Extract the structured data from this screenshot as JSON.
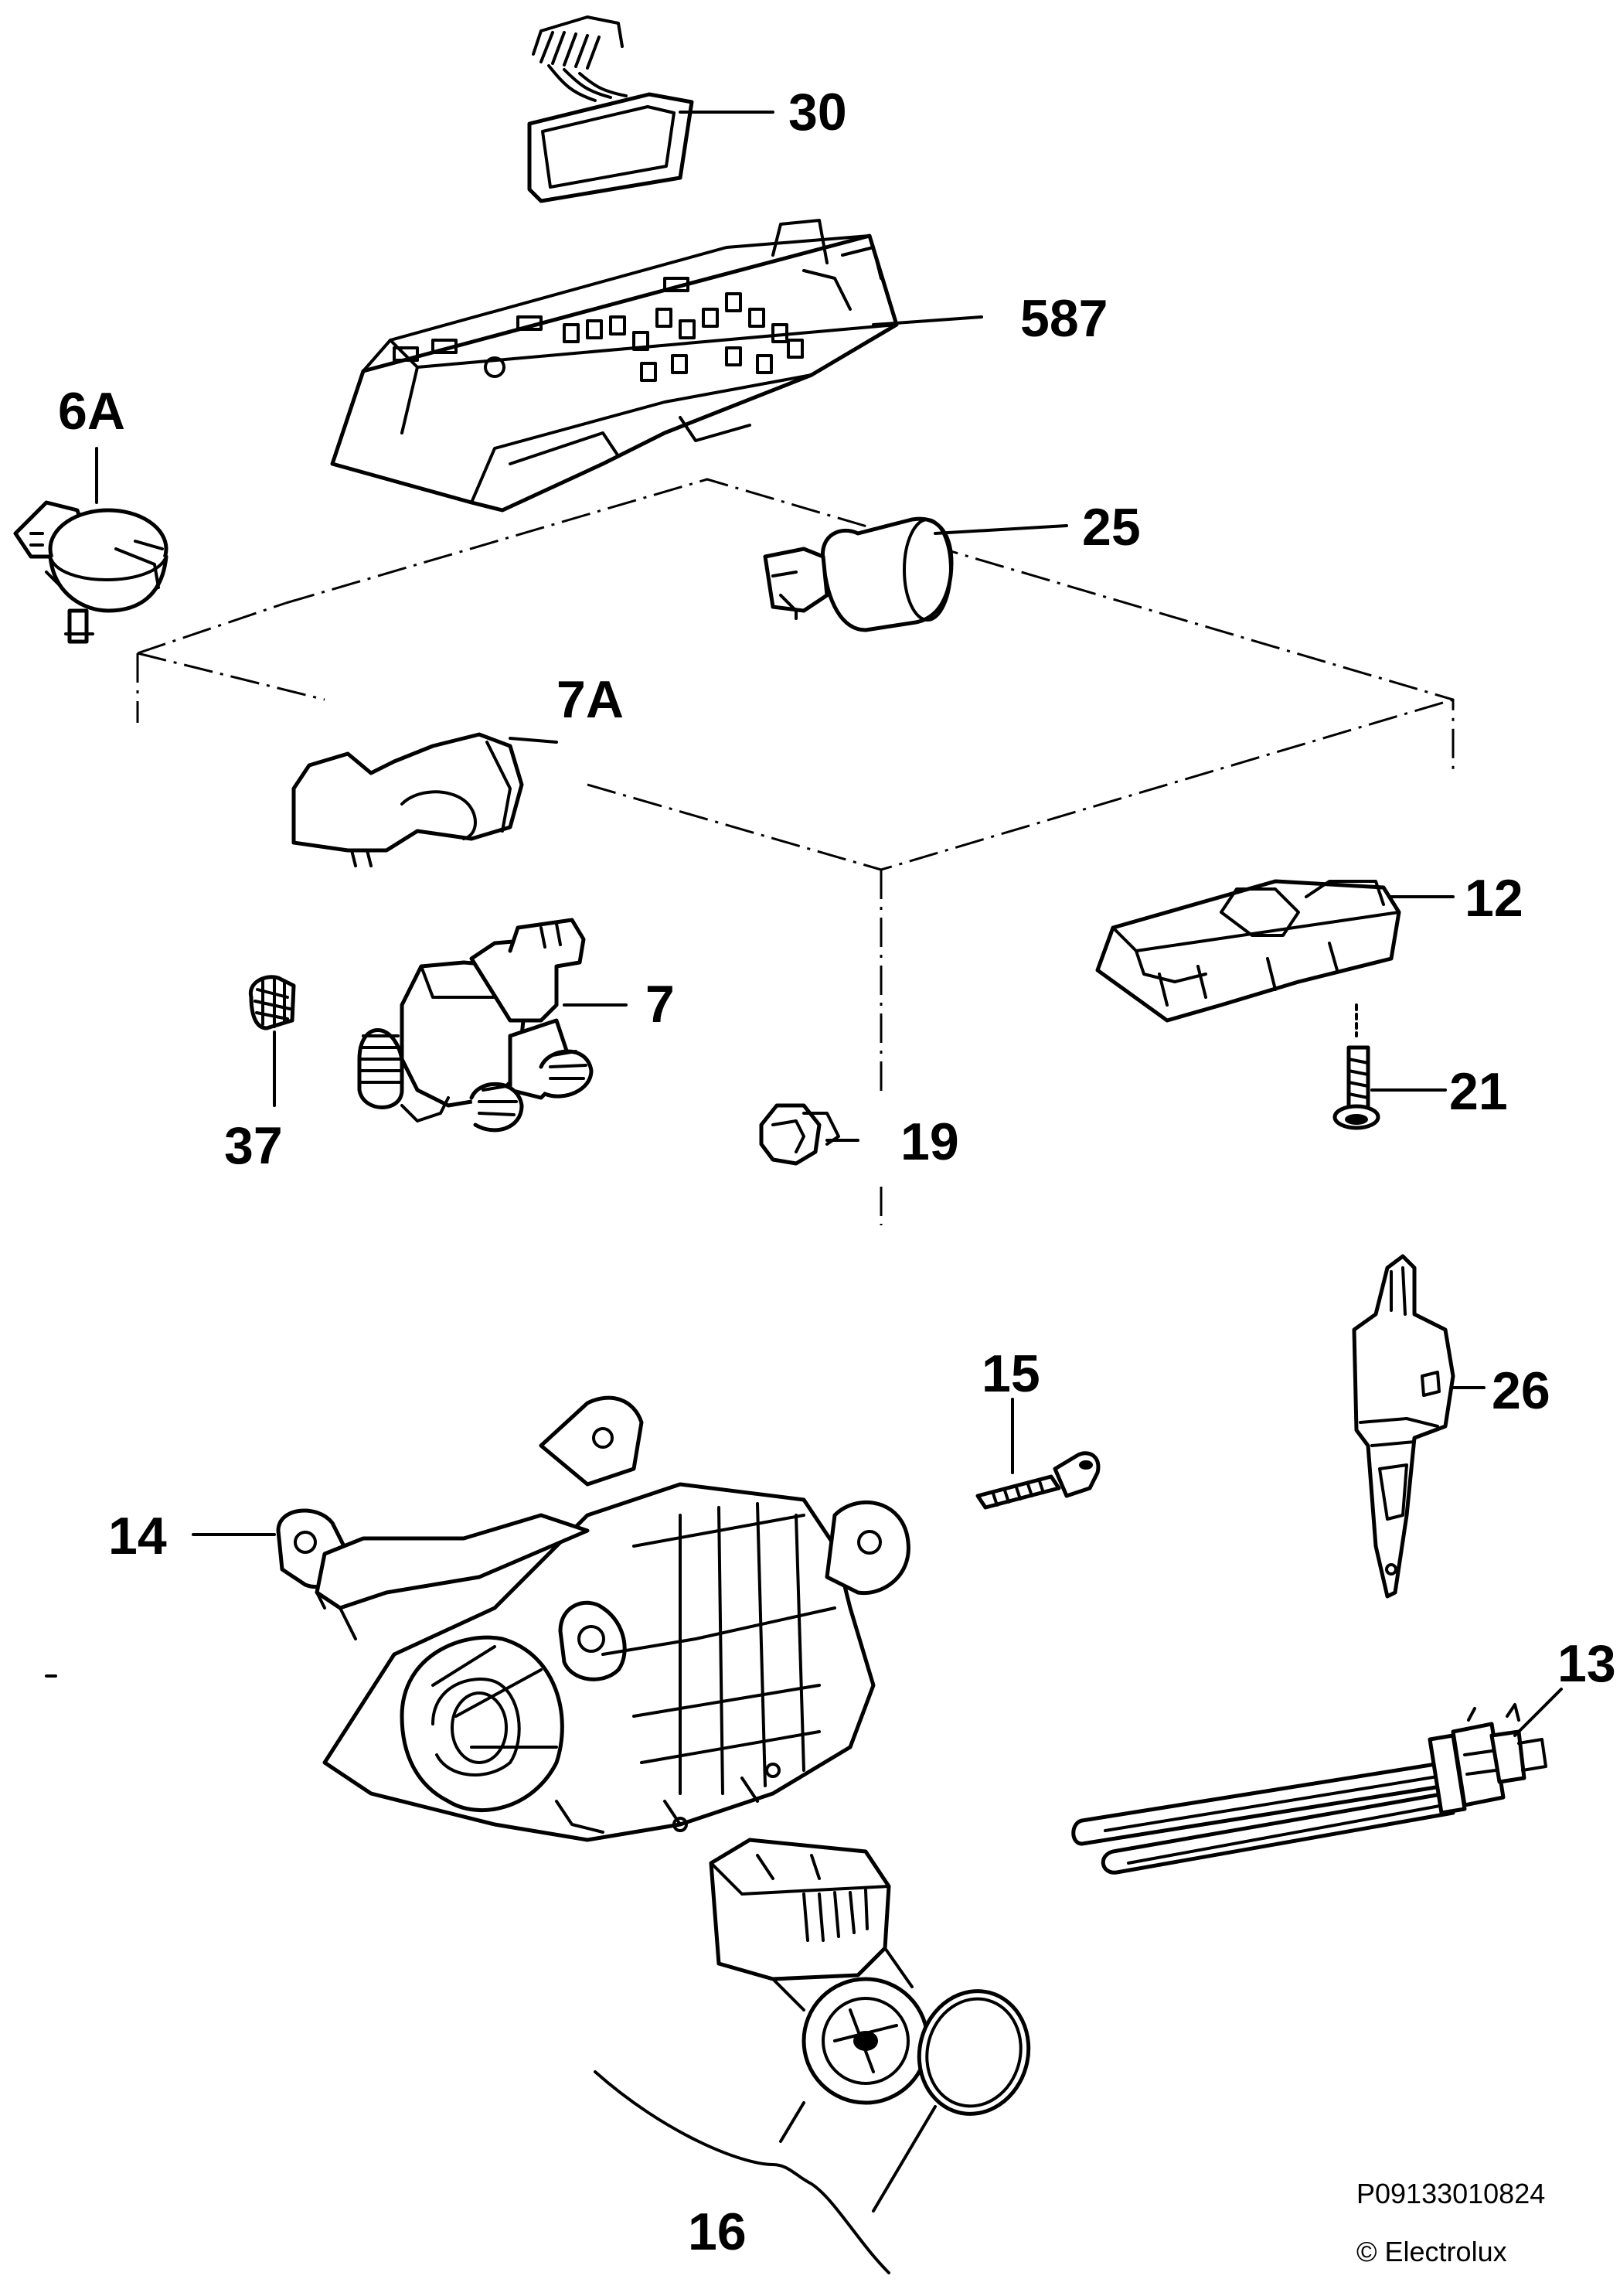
{
  "callouts": {
    "p30": "30",
    "p587": "587",
    "p6A": "6A",
    "p25": "25",
    "p7A": "7A",
    "p12": "12",
    "p7": "7",
    "p37": "37",
    "p21": "21",
    "p19": "19",
    "p15": "15",
    "p26": "26",
    "p14": "14",
    "p13": "13",
    "p16": "16"
  },
  "footer": {
    "drawing_code": "P09133010824",
    "copyright": "© Electrolux"
  }
}
